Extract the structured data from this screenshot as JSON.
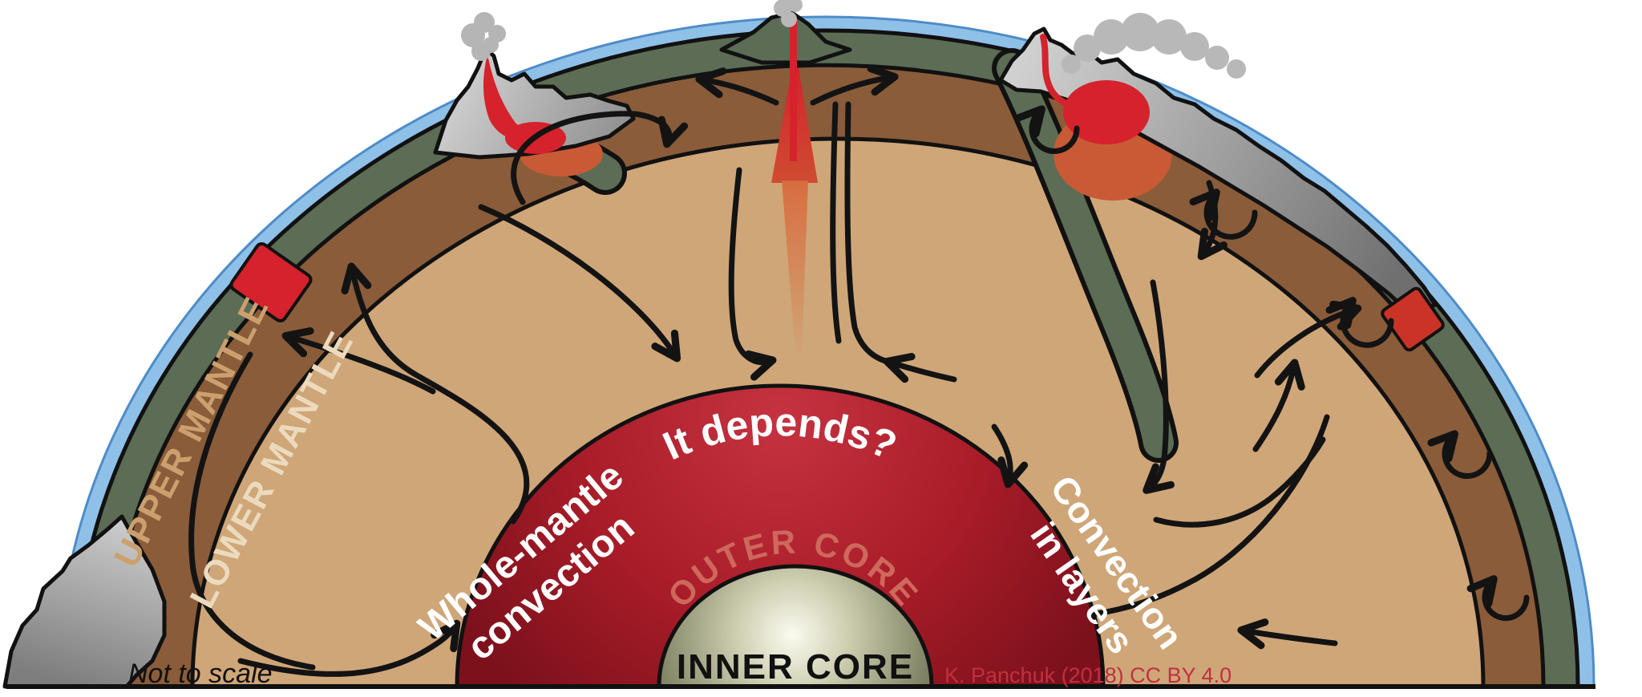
{
  "diagram": {
    "labels": {
      "upper_mantle": "UPPER MANTLE",
      "lower_mantle": "LOWER MANTLE",
      "outer_core": "OUTER CORE",
      "inner_core": "INNER CORE",
      "it_depends": "It depends?",
      "whole_mantle_line1": "Whole-mantle",
      "whole_mantle_line2": "convection",
      "layers_line1": "Convection",
      "layers_line2": "in layers",
      "not_to_scale": "Not to scale",
      "attribution": "K. Panchuk (2018) CC BY 4.0"
    },
    "colors": {
      "ocean": "#8FC0E8",
      "ocean_edge": "#4E8CC8",
      "crust": "#5C6C55",
      "upper_mantle": "#8A5C3A",
      "lower_mantle": "#CFA678",
      "outer_core_bright": "#C63340",
      "outer_core_dark": "#7C111C",
      "inner_core_light": "#FBFBF0",
      "inner_core_dark": "#6E7154",
      "magma": "#D5222C",
      "lava_glow": "#C85A35",
      "smoke": "#B8B8B8",
      "rock_gray": "#9A9A9A",
      "arrow": "#131313",
      "upper_mantle_text": "#CBA06E",
      "lower_mantle_text": "#ECDABD",
      "outer_core_text": "#CE685C",
      "attribution_text": "#C23040"
    },
    "features": [
      "ocean-layer",
      "crust-layer",
      "upper-mantle-layer",
      "lower-mantle-layer",
      "outer-core",
      "inner-core",
      "left-subduction-volcano",
      "mid-ocean-ridge",
      "right-subduction-volcano",
      "smoke-plume",
      "subducting-slab",
      "continent",
      "rift-magma",
      "magma-chamber",
      "convection-arrow",
      "convection-eddy"
    ]
  }
}
